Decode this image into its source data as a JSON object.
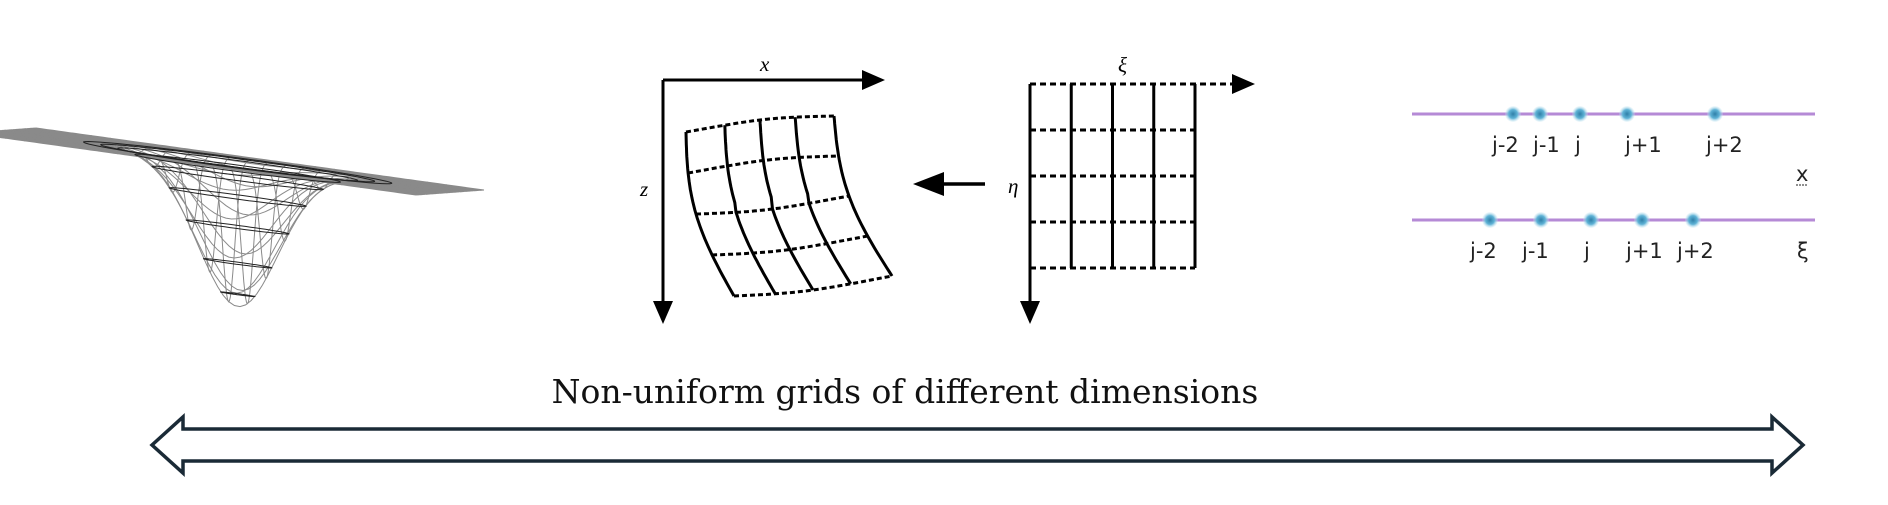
{
  "mesh3d": {
    "lines": 24
  },
  "curvilinear": {
    "axis_x": "x",
    "axis_z": "z",
    "rows": 5,
    "cols": 5
  },
  "computational": {
    "axis_xi": "ξ",
    "axis_eta": "η",
    "rows": 5,
    "cols": 5
  },
  "grids_1d": {
    "line_color": "#b58ad6",
    "node_color": "#4aa3c8",
    "top": {
      "axis_label": "x",
      "labels": [
        "j-2",
        "j-1",
        "j",
        "j+1",
        "j+2"
      ]
    },
    "bottom": {
      "axis_label": "ξ",
      "labels": [
        "j-2",
        "j-1",
        "j",
        "j+1",
        "j+2"
      ]
    }
  },
  "caption": "Non-uniform grids of different dimensions",
  "colors": {
    "arrow": "#1a2a36",
    "mesh": "#8a8a8a",
    "ink": "#000000"
  }
}
